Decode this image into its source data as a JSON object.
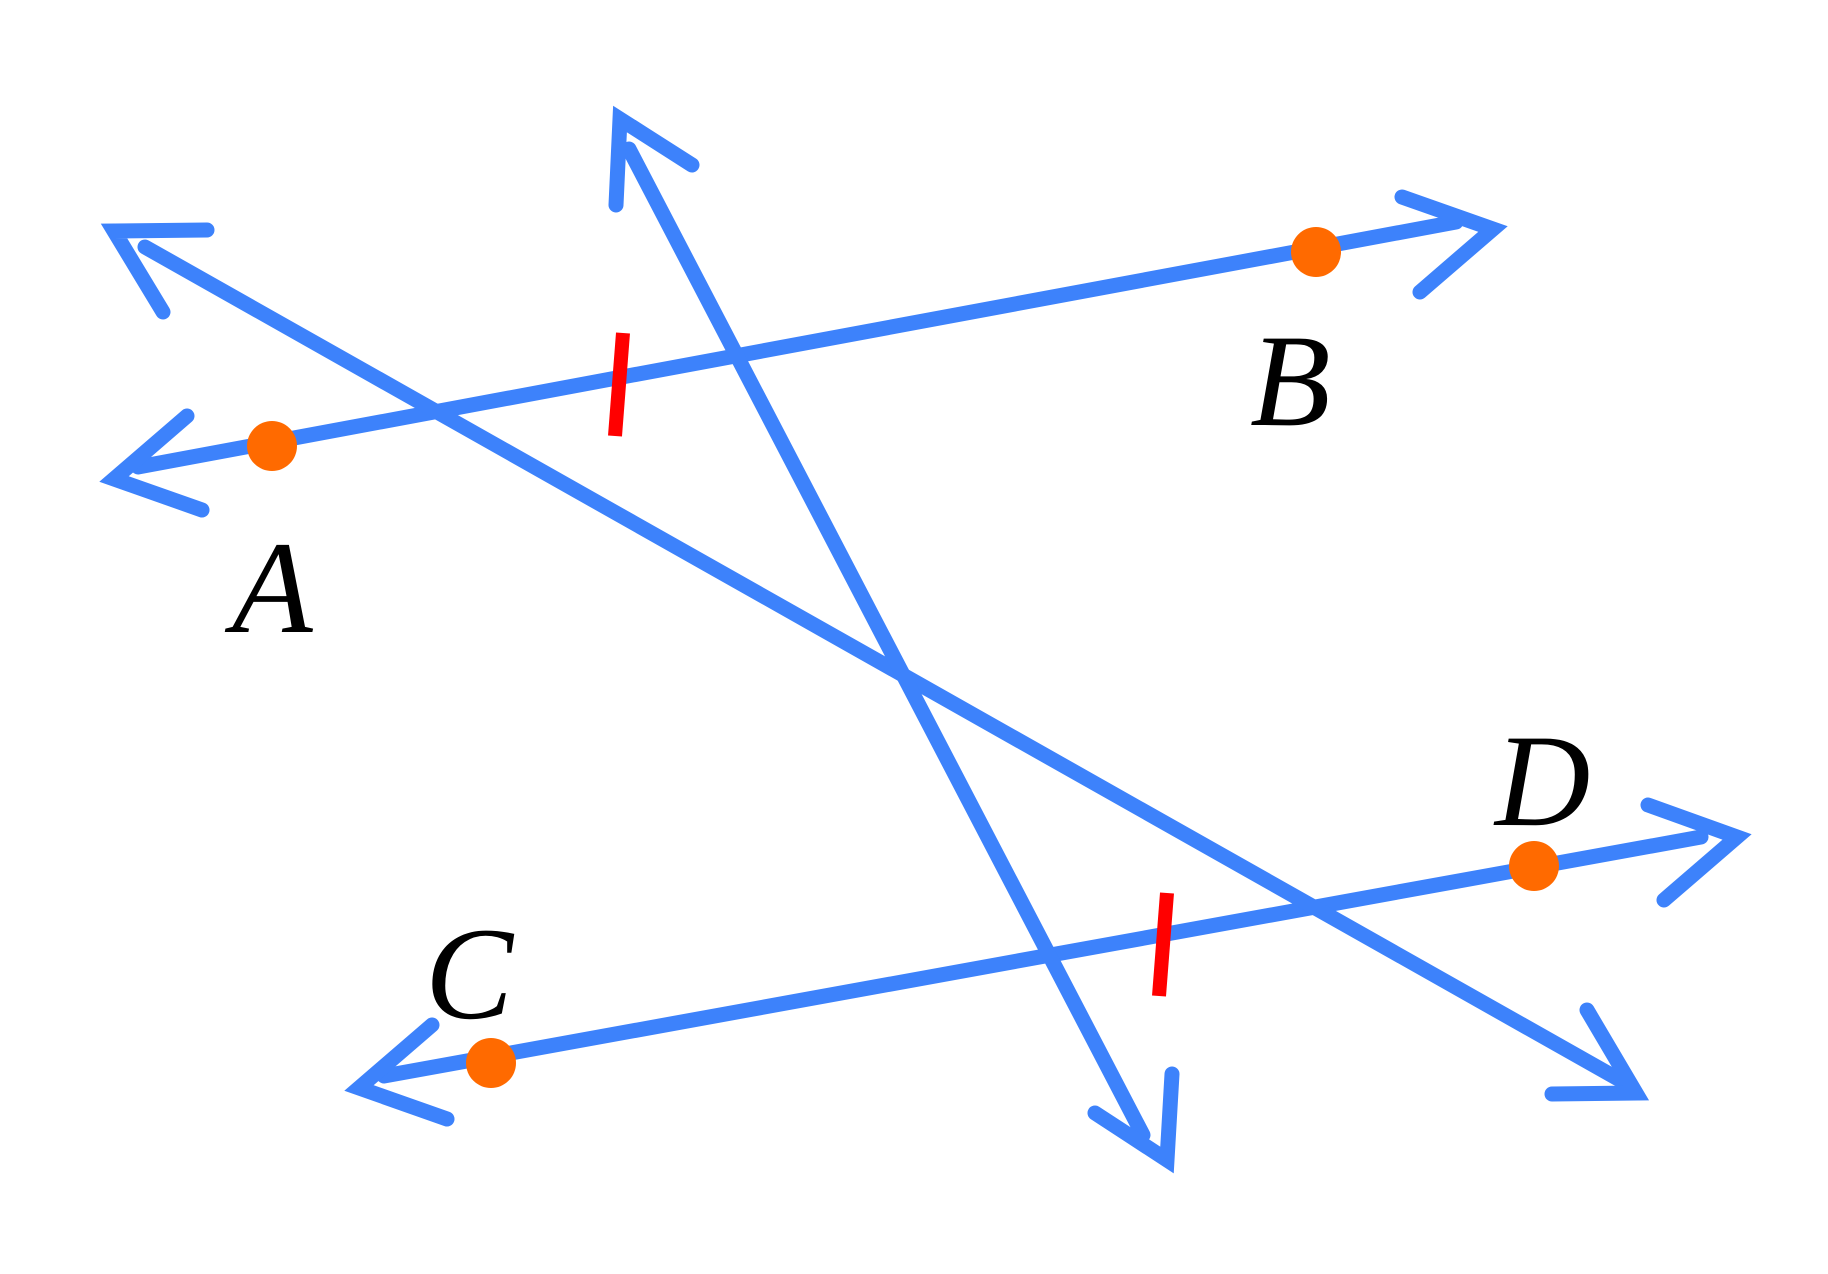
{
  "colors": {
    "line": "#3d82fb",
    "point": "#ff6a00",
    "tick_mark": "#ff0000",
    "label": "#000000",
    "background": "#ffffff"
  },
  "lines": [
    {
      "name": "line-ab",
      "through": [
        "A",
        "B"
      ],
      "arrows": "both"
    },
    {
      "name": "line-cd",
      "through": [
        "C",
        "D"
      ],
      "arrows": "both"
    },
    {
      "name": "transversal-1",
      "arrows": "both"
    },
    {
      "name": "transversal-2",
      "arrows": "both"
    }
  ],
  "tick_marks": [
    {
      "name": "tick-mark-ab",
      "on": "line-ab",
      "count": 1
    },
    {
      "name": "tick-mark-cd",
      "on": "line-cd",
      "count": 1
    }
  ],
  "points": {
    "A": {
      "label": "A"
    },
    "B": {
      "label": "B"
    },
    "C": {
      "label": "C"
    },
    "D": {
      "label": "D"
    }
  }
}
